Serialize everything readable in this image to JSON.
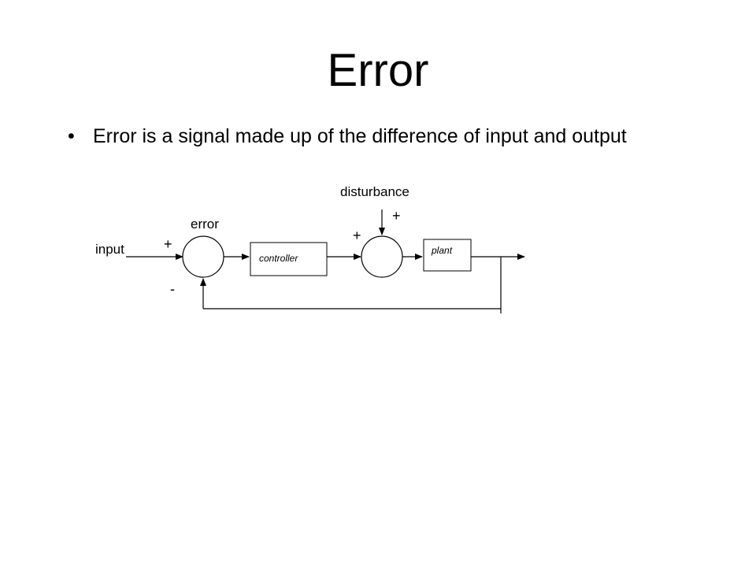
{
  "slide": {
    "title": "Error",
    "bullet": "Error is a signal made up of the difference of input and output"
  },
  "diagram": {
    "labels": {
      "input": "input",
      "error": "error",
      "disturbance": "disturbance",
      "controller": "controller",
      "plant": "plant",
      "sum1_plus": "+",
      "sum1_minus": "-",
      "sum2_plus_left": "+",
      "sum2_plus_top": "+"
    }
  }
}
